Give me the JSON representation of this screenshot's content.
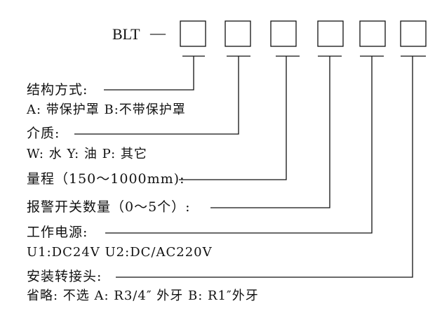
{
  "model_code": {
    "prefix": "BLT",
    "dash": "—"
  },
  "fields": [
    {
      "label": "结构方式:",
      "options": "A:  带保护罩  B:不带保护罩"
    },
    {
      "label": "介质:",
      "options": "W: 水  Y: 油  P: 其它"
    },
    {
      "label": "量程（150～1000mm):",
      "options": ""
    },
    {
      "label": "报警开关数量（0～5个）:",
      "options": ""
    },
    {
      "label": "工作电源:",
      "options": "U1:DC24V  U2:DC/AC220V"
    },
    {
      "label": "安装转接头:",
      "options": "省略: 不选   A:   R3/4″ 外牙     B: R1″外牙"
    }
  ]
}
